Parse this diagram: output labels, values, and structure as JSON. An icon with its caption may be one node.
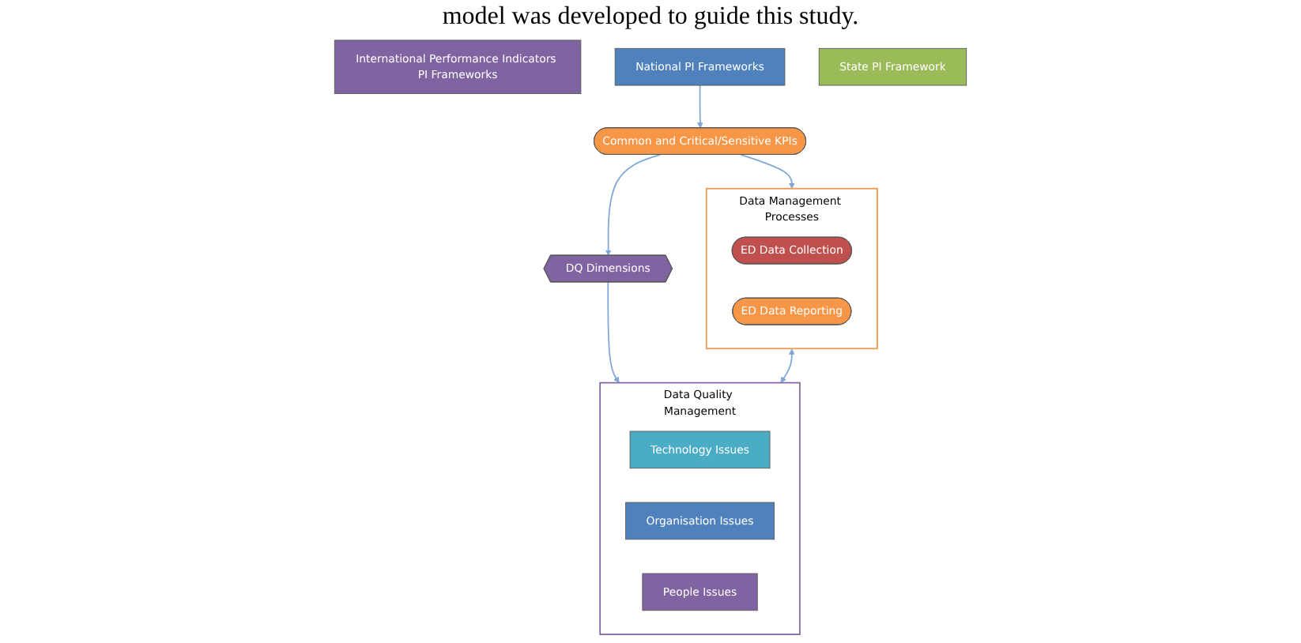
{
  "diagram": {
    "nodes": [
      {
        "text": [
          "International Performance Indicators PI Frameworks"
        ]
      },
      {
        "text": [
          "National PI Frameworks"
        ]
      },
      {
        "text": [
          "State PI Framework"
        ]
      },
      {
        "text": [
          "Common and Critical/Sensitive KPIs"
        ]
      },
      {
        "text": [
          "Data Management Processes"
        ]
      },
      {
        "text": [
          "ED Data Collection"
        ],
        "in": 4
      },
      {
        "text": [
          "ED Data Reporting"
        ],
        "in": 4
      },
      {
        "text": [
          "DQ Dimensions"
        ]
      },
      {
        "text": [
          "Data Quality Management"
        ]
      },
      {
        "text": [
          "Technology Issues"
        ],
        "in": 8
      },
      {
        "text": [
          "Organisation Issues"
        ],
        "in": 8
      },
      {
        "text": [
          "People Issues"
        ],
        "in": 8
      }
    ],
    "edges": [
      {
        "from": 1,
        "to": 3,
        "arrow": "to"
      },
      {
        "from": 3,
        "to": 4,
        "arrow": "to"
      },
      {
        "from": 3,
        "to": 7,
        "arrow": "to"
      },
      {
        "from": 7,
        "to": 8,
        "arrow": "to"
      },
      {
        "from": 4,
        "to": 8,
        "arrow": "both"
      }
    ],
    "labels": [
      "model was developed to guide this study."
    ]
  }
}
